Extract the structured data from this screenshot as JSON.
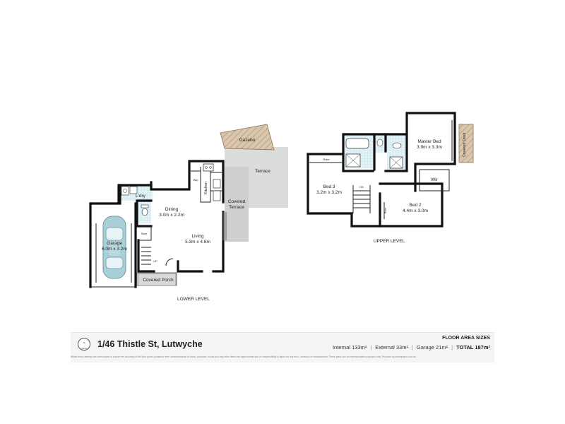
{
  "levels": {
    "lower": "LOWER LEVEL",
    "upper": "UPPER LEVEL"
  },
  "rooms": {
    "gazebo": "Gazebo",
    "terrace": "Terrace",
    "covered_terrace_1": "Covered",
    "covered_terrace_2": "Terrace",
    "laundry": "L'dry",
    "kitchen": "Kitchen",
    "wip": "Wip",
    "dining_name": "Dining",
    "dining_size": "3.0m x 2.2m",
    "living_name": "Living",
    "living_size": "5.3m x 4.6m",
    "garage_name": "Garage",
    "garage_size": "6.0m x 3.2m",
    "store": "Store",
    "up": "UP",
    "covered_porch": "Covered Porch",
    "master_name": "Master Bed",
    "master_size": "3.9m x 3.3m",
    "covered_deck": "Covered Deck",
    "wir": "Wir",
    "robe": "Robe",
    "bed3_name": "Bed 3",
    "bed3_size": "3.2m x 3.2m",
    "bed2_name": "Bed 2",
    "bed2_size": "4.4m x 3.0m",
    "dn": "DN",
    "linen": "Robe"
  },
  "footer": {
    "north_1": "N",
    "north_2": "North",
    "address": "1/46 Thistle St, Lutwyche",
    "floor_area_title": "FLOOR AREA SIZES",
    "internal": "Internal 133m²",
    "external": "External 33m²",
    "garage": "Garage 21m²",
    "total": "TOTAL 187m²",
    "disclaimer": "Whilst every attempt has been made to ensure the accuracy of the floor plans contained here, measurements of doors, windows, rooms and any other items are approximate and no responsibility is taken for any error, omission or misstatement. These plans are for representative purposes only. Provided by prmegraphi.com.au"
  },
  "colors": {
    "wall": "#111111",
    "outdoor": "#dcdcdc",
    "deck": "#c9b49a",
    "tile": "#d8eef4",
    "car": "#9ec6d0"
  }
}
